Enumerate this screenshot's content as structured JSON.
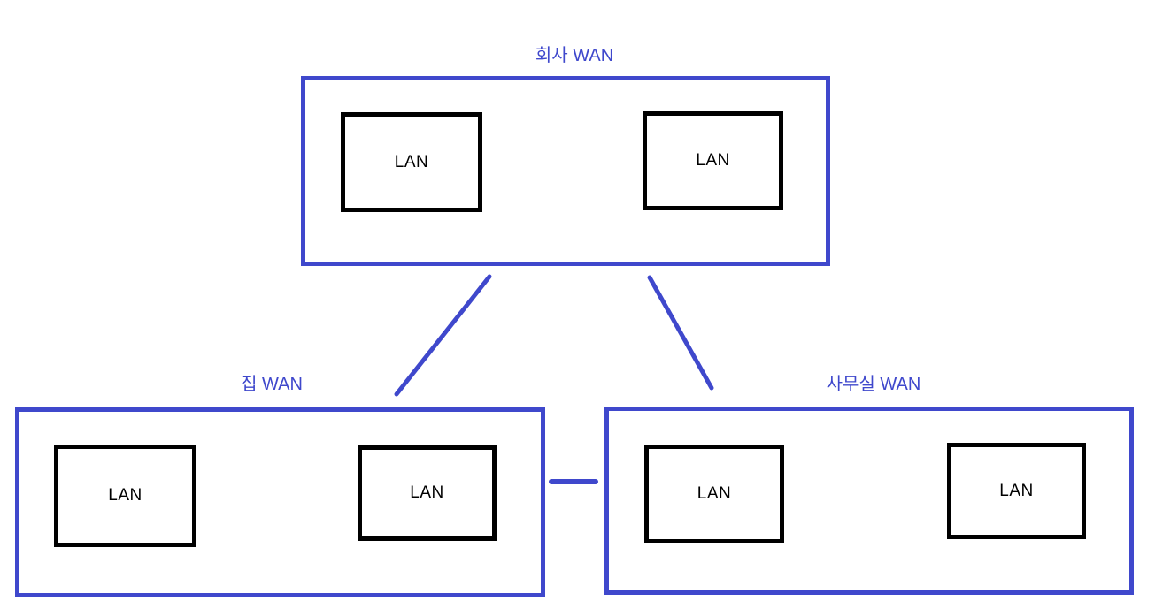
{
  "diagram": {
    "wans": [
      {
        "id": "company",
        "label": "회사 WAN",
        "lans": [
          {
            "label": "LAN"
          },
          {
            "label": "LAN"
          }
        ]
      },
      {
        "id": "home",
        "label": "집 WAN",
        "lans": [
          {
            "label": "LAN"
          },
          {
            "label": "LAN"
          }
        ]
      },
      {
        "id": "office",
        "label": "사무실 WAN",
        "lans": [
          {
            "label": "LAN"
          },
          {
            "label": "LAN"
          }
        ]
      }
    ],
    "connections": [
      {
        "from": "company",
        "to": "home"
      },
      {
        "from": "company",
        "to": "office"
      },
      {
        "from": "home",
        "to": "office"
      }
    ],
    "colors": {
      "wan_border": "#3F48CC",
      "label_text": "#3F48CC",
      "line": "#3F48CC",
      "lan_border": "#000000",
      "lan_text": "#000000",
      "background": "#FFFFFF"
    }
  }
}
